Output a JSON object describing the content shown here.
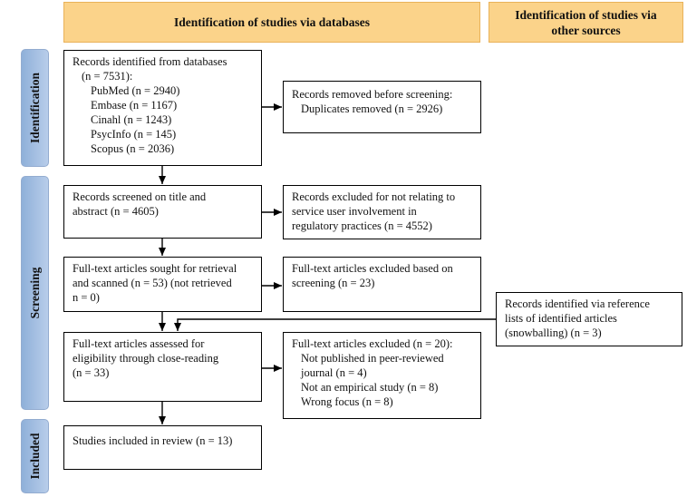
{
  "headers": {
    "databases": "Identification of studies via databases",
    "other_line1": "Identification of studies via",
    "other_line2": "other sources"
  },
  "phases": {
    "identification": "Identification",
    "screening": "Screening",
    "included": "Included"
  },
  "records_identified": {
    "line1": "Records identified from databases",
    "line2": "(n = 7531):",
    "sources": [
      "PubMed (n = 2940)",
      "Embase (n = 1167)",
      "Cinahl (n = 1243)",
      "PsycInfo (n = 145)",
      "Scopus (n = 2036)"
    ]
  },
  "records_removed": {
    "line1": "Records removed before screening:",
    "line2": "Duplicates removed (n = 2926)"
  },
  "records_screened": {
    "line1": "Records screened on title and",
    "line2": "abstract (n = 4605)"
  },
  "records_excluded": {
    "line1": "Records excluded for not relating to",
    "line2": "service user involvement in",
    "line3": "regulatory practices (n = 4552)"
  },
  "sought_retrieval": {
    "line1": "Full-text articles sought for retrieval",
    "line2": "and scanned (n = 53) (not retrieved",
    "line3": "n = 0)"
  },
  "excluded_screening": {
    "line1": "Full-text articles excluded based on",
    "line2": "screening (n = 23)"
  },
  "other_sources": {
    "line1": "Records identified via reference",
    "line2": "lists of identified articles",
    "line3": "(snowballing) (n = 3)"
  },
  "assessed": {
    "line1": "Full-text articles assessed for",
    "line2": "eligibility through close-reading",
    "line3": "(n = 33)"
  },
  "excluded_fulltext": {
    "line1": "Full-text articles excluded (n = 20):",
    "r1a": "Not published in peer-reviewed",
    "r1b": "journal (n = 4)",
    "r2": "Not an empirical study (n = 8)",
    "r3": "Wrong focus (n = 8)"
  },
  "included_studies": {
    "line1": "Studies included in review (n = 13)"
  }
}
